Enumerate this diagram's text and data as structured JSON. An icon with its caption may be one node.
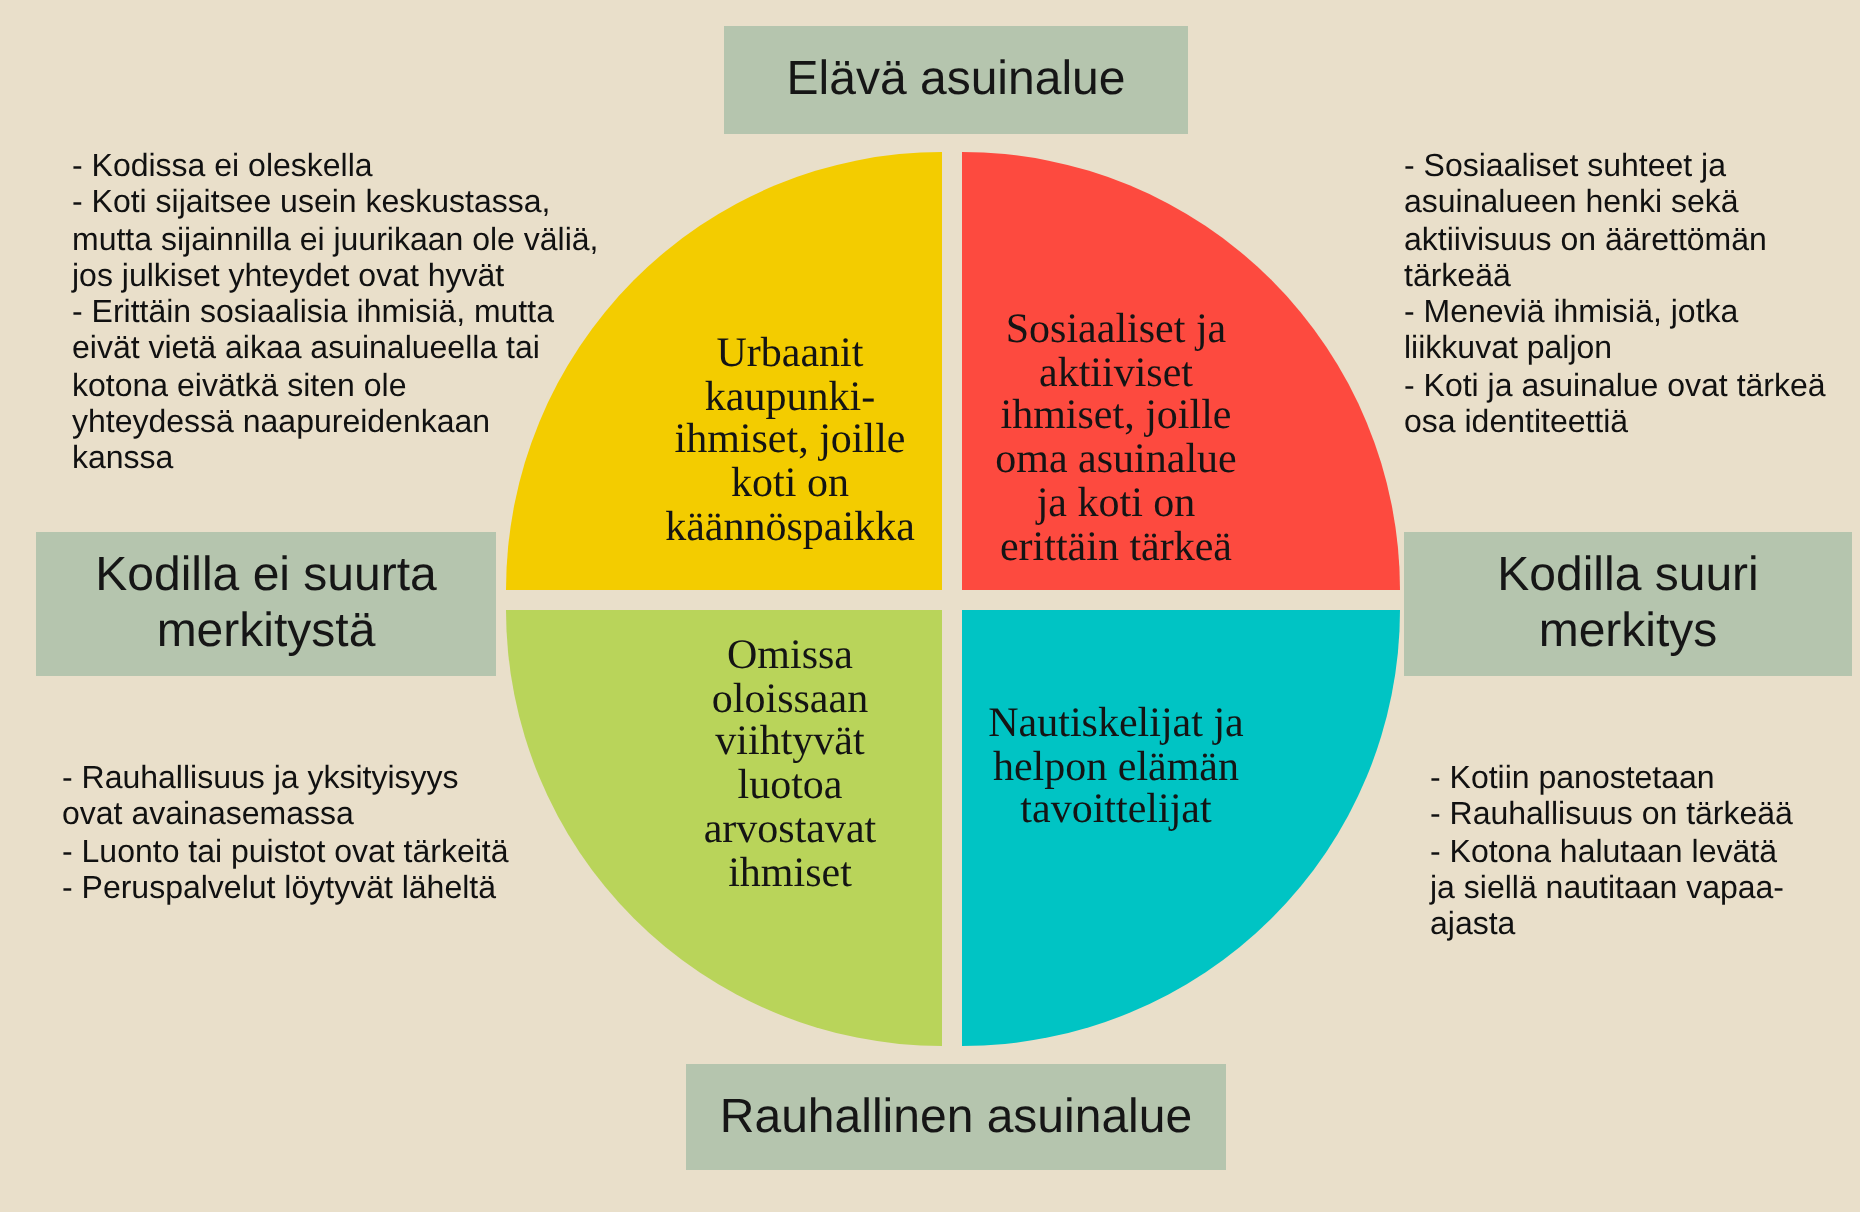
{
  "diagram": {
    "nodes": [
      {
        "text": [
          "Elävä asuinalue"
        ]
      },
      {
        "text": [
          "Urbaanit kaupunki-ihmiset, joille koti on käännöspaikka"
        ],
        "beside": [
          "- Kodissa ei oleskella",
          "- Koti sijaitsee usein keskustassa, mutta sijainnilla ei juurikaan ole väliä, jos julkiset yhteydet ovat hyvät",
          "- Erittäin sosiaalisia ihmisiä, mutta eivät vietä aikaa asuinalueella tai kotona eivätkä siten ole yhteydessä naapureidenkaan kanssa"
        ]
      },
      {
        "text": [
          "Sosiaaliset ja aktiiviset ihmiset, joille oma asuinalue ja koti on erittäin tärkeä"
        ],
        "beside": [
          "- Sosiaaliset suhteet ja asuinalueen henki sekä aktiivisuus on äärettömän tärkeää",
          "- Meneviä ihmisiä, jotka liikkuvat paljon",
          "- Koti ja asuinalue ovat tärkeä osa identiteettiä"
        ]
      },
      {
        "text": [
          "Kodilla ei suurta merkitystä"
        ]
      },
      {
        "text": [
          "Kodilla suuri merkitys"
        ]
      },
      {
        "text": [
          "Omissa oloissaan viihtyvät luotoa arvostavat ihmiset"
        ],
        "beside": [
          "- Rauhallisuus ja yksityisyys ovat avainasemassa",
          "- Luonto tai puistot ovat tärkeitä",
          "- Peruspalvelut löytyvät läheltä"
        ]
      },
      {
        "text": [
          "Nautiskelijat ja helpon elämän tavoittelijat"
        ],
        "beside": [
          "- Kotiin panostetaan",
          "- Rauhallisuus on tärkeää",
          "- Kotona halutaan levätä ja siellä nautitaan vapaa-ajasta"
        ]
      },
      {
        "text": [
          "Rauhallinen asuinalue"
        ]
      }
    ]
  }
}
